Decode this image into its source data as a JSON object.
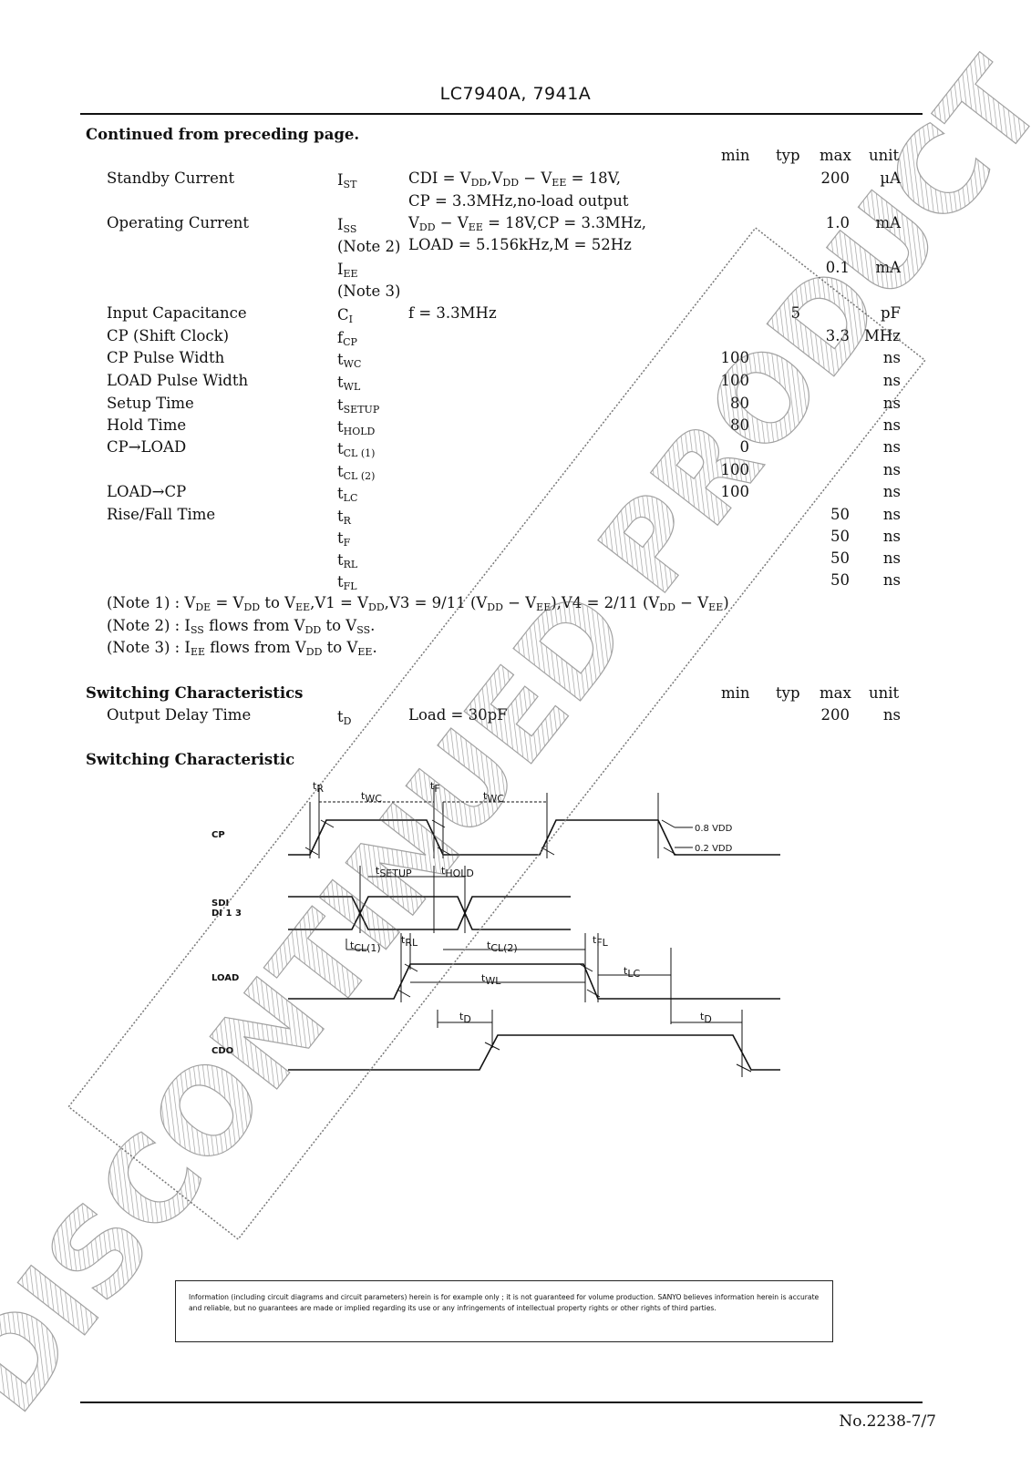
{
  "header": {
    "title": "LC7940A, 7941A"
  },
  "continued": "Continued from preceding page.",
  "table1_headers": {
    "min": "min",
    "typ": "typ",
    "max": "max",
    "unit": "unit"
  },
  "rows": [
    {
      "param": "Standby Current",
      "sym": "I",
      "sub": "ST",
      "cond_html": "CDI = V<sub>DD</sub>,V<sub>DD</sub> − V<sub>EE</sub> = 18V,",
      "min": "",
      "typ": "",
      "max": "200",
      "unit": "µA"
    },
    {
      "param": "",
      "sym": "",
      "sub": "",
      "cond_html": "CP = 3.3MHz,no-load output",
      "min": "",
      "typ": "",
      "max": "",
      "unit": ""
    },
    {
      "param": "Operating Current",
      "sym": "I",
      "sub": "SS",
      "cond_html": "V<sub>DD</sub> − V<sub>EE</sub> = 18V,CP = 3.3MHz,",
      "min": "",
      "typ": "",
      "max": "1.0",
      "unit": "mA"
    },
    {
      "param": "",
      "sym": "(Note 2)",
      "sub": "",
      "cond_html": "LOAD = 5.156kHz,M = 52Hz",
      "min": "",
      "typ": "",
      "max": "",
      "unit": ""
    },
    {
      "param": "",
      "sym": "I",
      "sub": "EE",
      "cond_html": "",
      "min": "",
      "typ": "",
      "max": "0.1",
      "unit": "mA"
    },
    {
      "param": "",
      "sym": "(Note 3)",
      "sub": "",
      "cond_html": "",
      "min": "",
      "typ": "",
      "max": "",
      "unit": ""
    },
    {
      "param": "Input Capacitance",
      "sym": "C",
      "sub": "I",
      "cond_html": "f = 3.3MHz",
      "min": "",
      "typ": "5",
      "max": "",
      "unit": "pF"
    },
    {
      "param": "CP (Shift Clock)",
      "sym": "f",
      "sub": "CP",
      "cond_html": "",
      "min": "",
      "typ": "",
      "max": "3.3",
      "unit": "MHz"
    },
    {
      "param": "CP Pulse Width",
      "sym": "t",
      "sub": "WC",
      "cond_html": "",
      "min": "100",
      "typ": "",
      "max": "",
      "unit": "ns"
    },
    {
      "param": "LOAD Pulse Width",
      "sym": "t",
      "sub": "WL",
      "cond_html": "",
      "min": "100",
      "typ": "",
      "max": "",
      "unit": "ns"
    },
    {
      "param": "Setup Time",
      "sym": "t",
      "sub": "SETUP",
      "cond_html": "",
      "min": "80",
      "typ": "",
      "max": "",
      "unit": "ns"
    },
    {
      "param": "Hold Time",
      "sym": "t",
      "sub": "HOLD",
      "cond_html": "",
      "min": "80",
      "typ": "",
      "max": "",
      "unit": "ns"
    },
    {
      "param": "CP→LOAD",
      "sym": "t",
      "sub": "CL (1)",
      "cond_html": "",
      "min": "0",
      "typ": "",
      "max": "",
      "unit": "ns"
    },
    {
      "param": "",
      "sym": "t",
      "sub": "CL (2)",
      "cond_html": "",
      "min": "100",
      "typ": "",
      "max": "",
      "unit": "ns"
    },
    {
      "param": "LOAD→CP",
      "sym": "t",
      "sub": "LC",
      "cond_html": "",
      "min": "100",
      "typ": "",
      "max": "",
      "unit": "ns"
    },
    {
      "param": "Rise/Fall Time",
      "sym": "t",
      "sub": "R",
      "cond_html": "",
      "min": "",
      "typ": "",
      "max": "50",
      "unit": "ns"
    },
    {
      "param": "",
      "sym": "t",
      "sub": "F",
      "cond_html": "",
      "min": "",
      "typ": "",
      "max": "50",
      "unit": "ns"
    },
    {
      "param": "",
      "sym": "t",
      "sub": "RL",
      "cond_html": "",
      "min": "",
      "typ": "",
      "max": "50",
      "unit": "ns"
    },
    {
      "param": "",
      "sym": "t",
      "sub": "FL",
      "cond_html": "",
      "min": "",
      "typ": "",
      "max": "50",
      "unit": "ns"
    }
  ],
  "notes": [
    "(Note 1) : V<sub>DE</sub> = V<sub>DD</sub> to V<sub>EE</sub>,V1 = V<sub>DD</sub>,V3 = 9/11 (V<sub>DD</sub> − V<sub>EE</sub>),V4 = 2/11 (V<sub>DD</sub> − V<sub>EE</sub>)",
    "(Note 2) : I<sub>SS</sub> flows from V<sub>DD</sub> to V<sub>SS</sub>.",
    "(Note 3) : I<sub>EE</sub> flows from V<sub>DD</sub> to V<sub>EE</sub>."
  ],
  "switching": {
    "title": "Switching Characteristics",
    "headers": {
      "min": "min",
      "typ": "typ",
      "max": "max",
      "unit": "unit"
    },
    "row": {
      "param": "Output Delay Time",
      "sym": "t",
      "sub": "D",
      "cond": "Load = 30pF",
      "max": "200",
      "unit": "ns"
    }
  },
  "diagram": {
    "title": "Switching Characteristic",
    "signals": {
      "cp": "CP",
      "sdi": "SDI",
      "di": "DI 1  3",
      "load": "LOAD",
      "cdo": "CDO"
    },
    "labels": {
      "tr": "t",
      "tr_sub": "R",
      "twc1": "t",
      "twc1_sub": "WC",
      "tf": "t",
      "tf_sub": "F",
      "twc2": "t",
      "twc2_sub": "WC",
      "v08": "0.8 VDD",
      "v02": "0.2 VDD",
      "tsetup": "t",
      "tsetup_sub": "SETUP",
      "thold": "t",
      "thold_sub": "HOLD",
      "tcl1": "t",
      "tcl1_sub": "CL(1)",
      "trl": "t",
      "trl_sub": "RL",
      "tcl2": "t",
      "tcl2_sub": "CL(2)",
      "tfl": "t",
      "tfl_sub": "FL",
      "tlc": "t",
      "tlc_sub": "LC",
      "twl": "t",
      "twl_sub": "WL",
      "td1": "t",
      "td1_sub": "D",
      "td2": "t",
      "td2_sub": "D"
    }
  },
  "watermark": "DISCONTINUED PRODUCT",
  "disclaimer": "Information (including circuit diagrams and circuit parameters) herein is for example only ; it is not guaranteed for volume production. SANYO believes information herein is accurate and reliable, but no guarantees are made or implied regarding its use or any infringements of intellectual property rights or other rights of third parties.",
  "footer": {
    "page_number": "No.2238-7/7"
  }
}
